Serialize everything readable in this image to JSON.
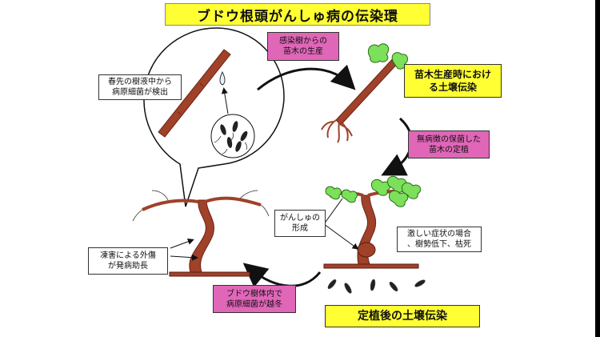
{
  "title": "ブドウ根頭がんしゅ病の伝染環",
  "labels": {
    "infected_tree_to_seedling": "感染樹からの\n苗木の生産",
    "seedling_soil_infection": "苗木生産時におけ\nる土壌伝染",
    "healthy_seedling_planting": "無病徴の保菌した\n苗木の定植",
    "sap_detection": "春先の樹液中から\n病原細菌が検出",
    "gall_formation": "がんしゅの\n形成",
    "severe_symptoms": "激しい症状の場合\n、樹勢低下、枯死",
    "frost_injury": "凍害による外傷\nが発病助長",
    "overwintering": "ブドウ樹体内で\n病原細菌が越冬",
    "post_planting_soil_infection": "定植後の土壌伝染"
  },
  "colors": {
    "title_bg": "#ffff33",
    "pink_box": "#e066b8",
    "yellow_box": "#ffff33",
    "trunk": "#a0412a",
    "leaf": "#7ce05a"
  },
  "icons": [
    "cycle-arrow-icon",
    "grapevine-icon",
    "bacteria-icon",
    "seedling-icon",
    "leaf-icon",
    "droplet-icon"
  ]
}
